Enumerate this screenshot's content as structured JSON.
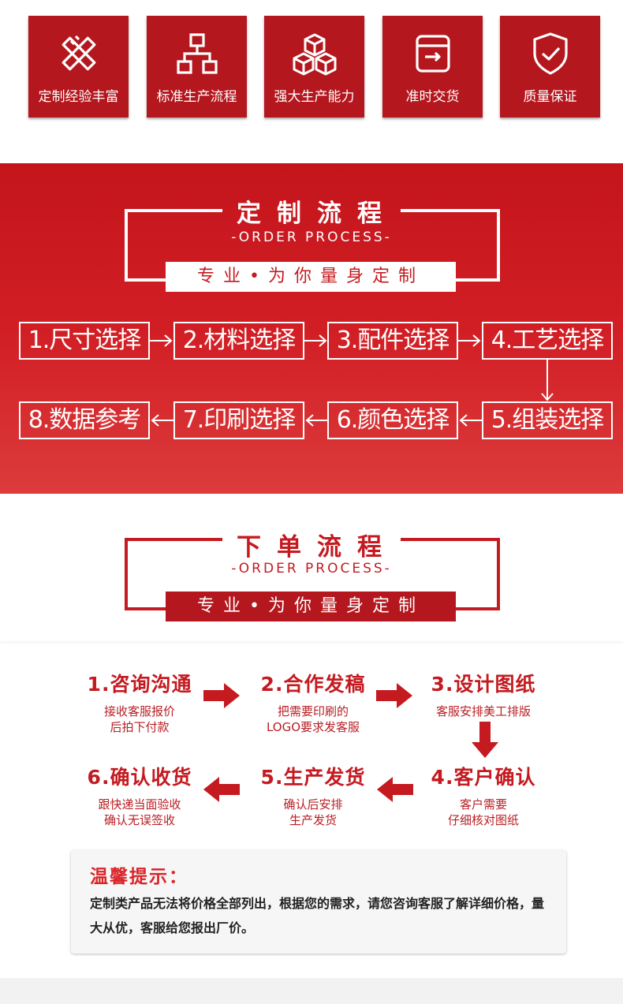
{
  "features": [
    {
      "label": "定制经验丰富",
      "icon": "ruler-pencil-icon"
    },
    {
      "label": "标准生产流程",
      "icon": "flowchart-icon"
    },
    {
      "label": "强大生产能力",
      "icon": "boxes-icon"
    },
    {
      "label": "准时交货",
      "icon": "delivery-box-icon"
    },
    {
      "label": "质量保证",
      "icon": "shield-check-icon"
    }
  ],
  "custom_process": {
    "title": "定制流程",
    "subtitle": "-ORDER PROCESS-",
    "tagline": "专业•为你量身定制",
    "steps": [
      "1.尺寸选择",
      "2.材料选择",
      "3.配件选择",
      "4.工艺选择",
      "5.组装选择",
      "6.颜色选择",
      "7.印刷选择",
      "8.数据参考"
    ]
  },
  "order_process": {
    "title": "下单流程",
    "subtitle": "-ORDER PROCESS-",
    "tagline": "专业•为你量身定制",
    "steps": [
      {
        "title": "1.咨询沟通",
        "line1": "接收客服报价",
        "line2": "后拍下付款"
      },
      {
        "title": "2.合作发稿",
        "line1": "把需要印刷的",
        "line2": "LOGO要求发客服"
      },
      {
        "title": "3.设计图纸",
        "line1": "客服安排美工排版",
        "line2": ""
      },
      {
        "title": "4.客户确认",
        "line1": "客户需要",
        "line2": "仔细核对图纸"
      },
      {
        "title": "5.生产发货",
        "line1": "确认后安排",
        "line2": "生产发货"
      },
      {
        "title": "6.确认收货",
        "line1": "跟快递当面验收",
        "line2": "确认无误签收"
      }
    ]
  },
  "tip": {
    "title": "温馨提示：",
    "body": "定制类产品无法将价格全部列出，根据您的需求，请您咨询客服了解详细价格，量大从优，客服给您报出厂价。"
  },
  "colors": {
    "brand_red": "#b4171d",
    "accent_red": "#c41a20"
  }
}
